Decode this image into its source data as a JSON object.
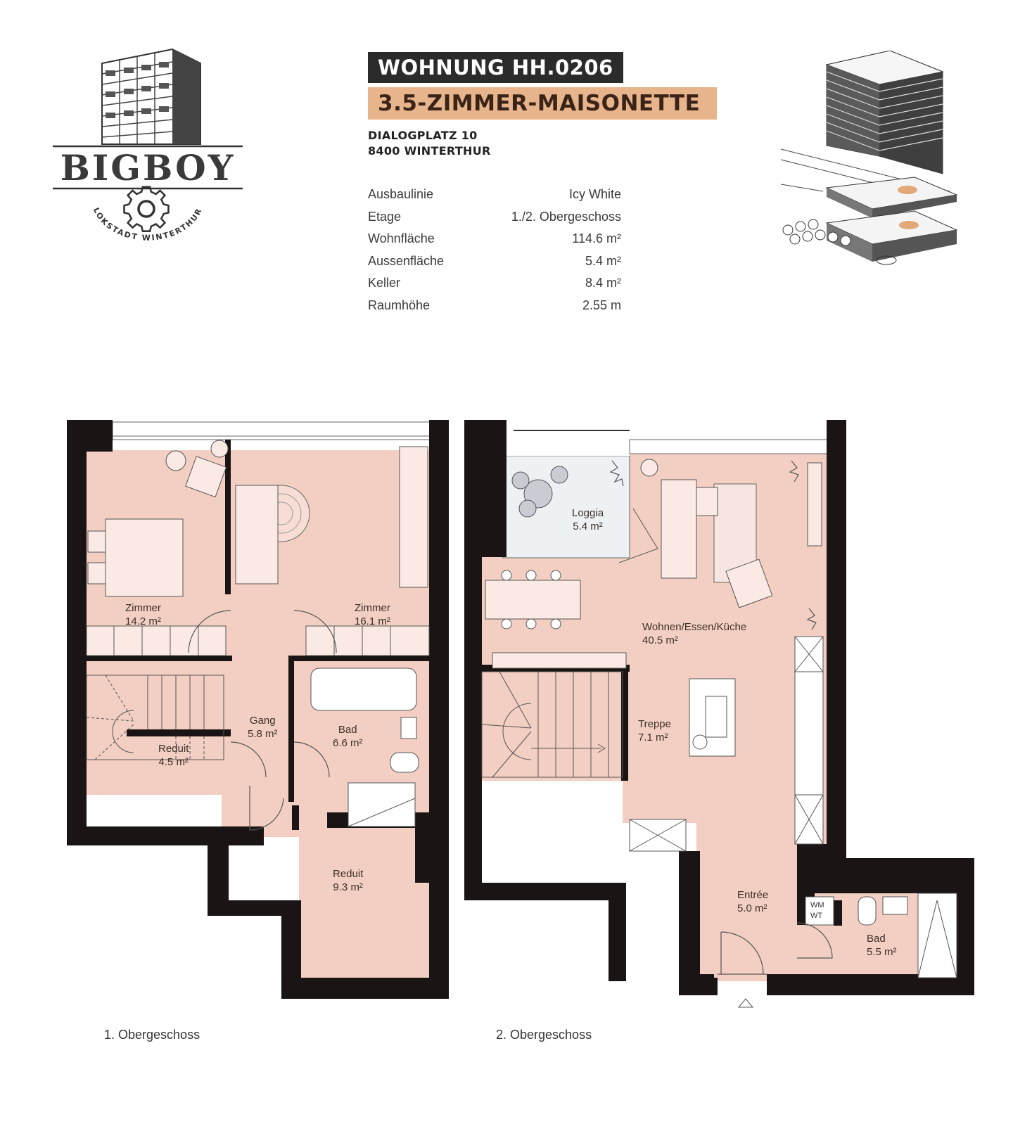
{
  "header": {
    "logo": {
      "brand": "BIGBOY",
      "tagline": "LOKSTADT WINTERTHUR"
    },
    "unit_title": "WOHNUNG HH.0206",
    "unit_type": "3.5-ZIMMER-MAISONETTE",
    "address_line1": "DIALOGPLATZ 10",
    "address_line2": "8400 WINTERTHUR"
  },
  "specs": [
    {
      "label": "Ausbaulinie",
      "value": "Icy White"
    },
    {
      "label": "Etage",
      "value": "1./2. Obergeschoss"
    },
    {
      "label": "Wohnfläche",
      "value": "114.6 m²"
    },
    {
      "label": "Aussenfläche",
      "value": "5.4 m²"
    },
    {
      "label": "Keller",
      "value": "8.4 m²"
    },
    {
      "label": "Raumhöhe",
      "value": "2.55 m"
    }
  ],
  "colors": {
    "title_dark": "#2b2b2b",
    "title_orange": "#e7b48c",
    "room_fill": "#f2cfc2",
    "wall": "#1a1414",
    "loggia_fill": "#eef1f3",
    "highlight_unit": "#e2a878"
  },
  "floor_1": {
    "caption": "1. Obergeschoss",
    "rooms": [
      {
        "name": "Zimmer",
        "area": "14.2 m²"
      },
      {
        "name": "Zimmer",
        "area": "16.1 m²"
      },
      {
        "name": "Gang",
        "area": "5.8 m²"
      },
      {
        "name": "Bad",
        "area": "6.6 m²"
      },
      {
        "name": "Reduit",
        "area": "4.5 m²"
      },
      {
        "name": "Reduit",
        "area": "9.3 m²"
      }
    ]
  },
  "floor_2": {
    "caption": "2. Obergeschoss",
    "rooms": [
      {
        "name": "Loggia",
        "area": "5.4 m²"
      },
      {
        "name": "Wohnen/Essen/Küche",
        "area": "40.5 m²"
      },
      {
        "name": "Treppe",
        "area": "7.1 m²"
      },
      {
        "name": "Entrée",
        "area": "5.0 m²"
      },
      {
        "name": "Bad",
        "area": "5.5 m²"
      }
    ],
    "fixtures": {
      "washer_label_1": "WM",
      "washer_label_2": "WT"
    }
  }
}
